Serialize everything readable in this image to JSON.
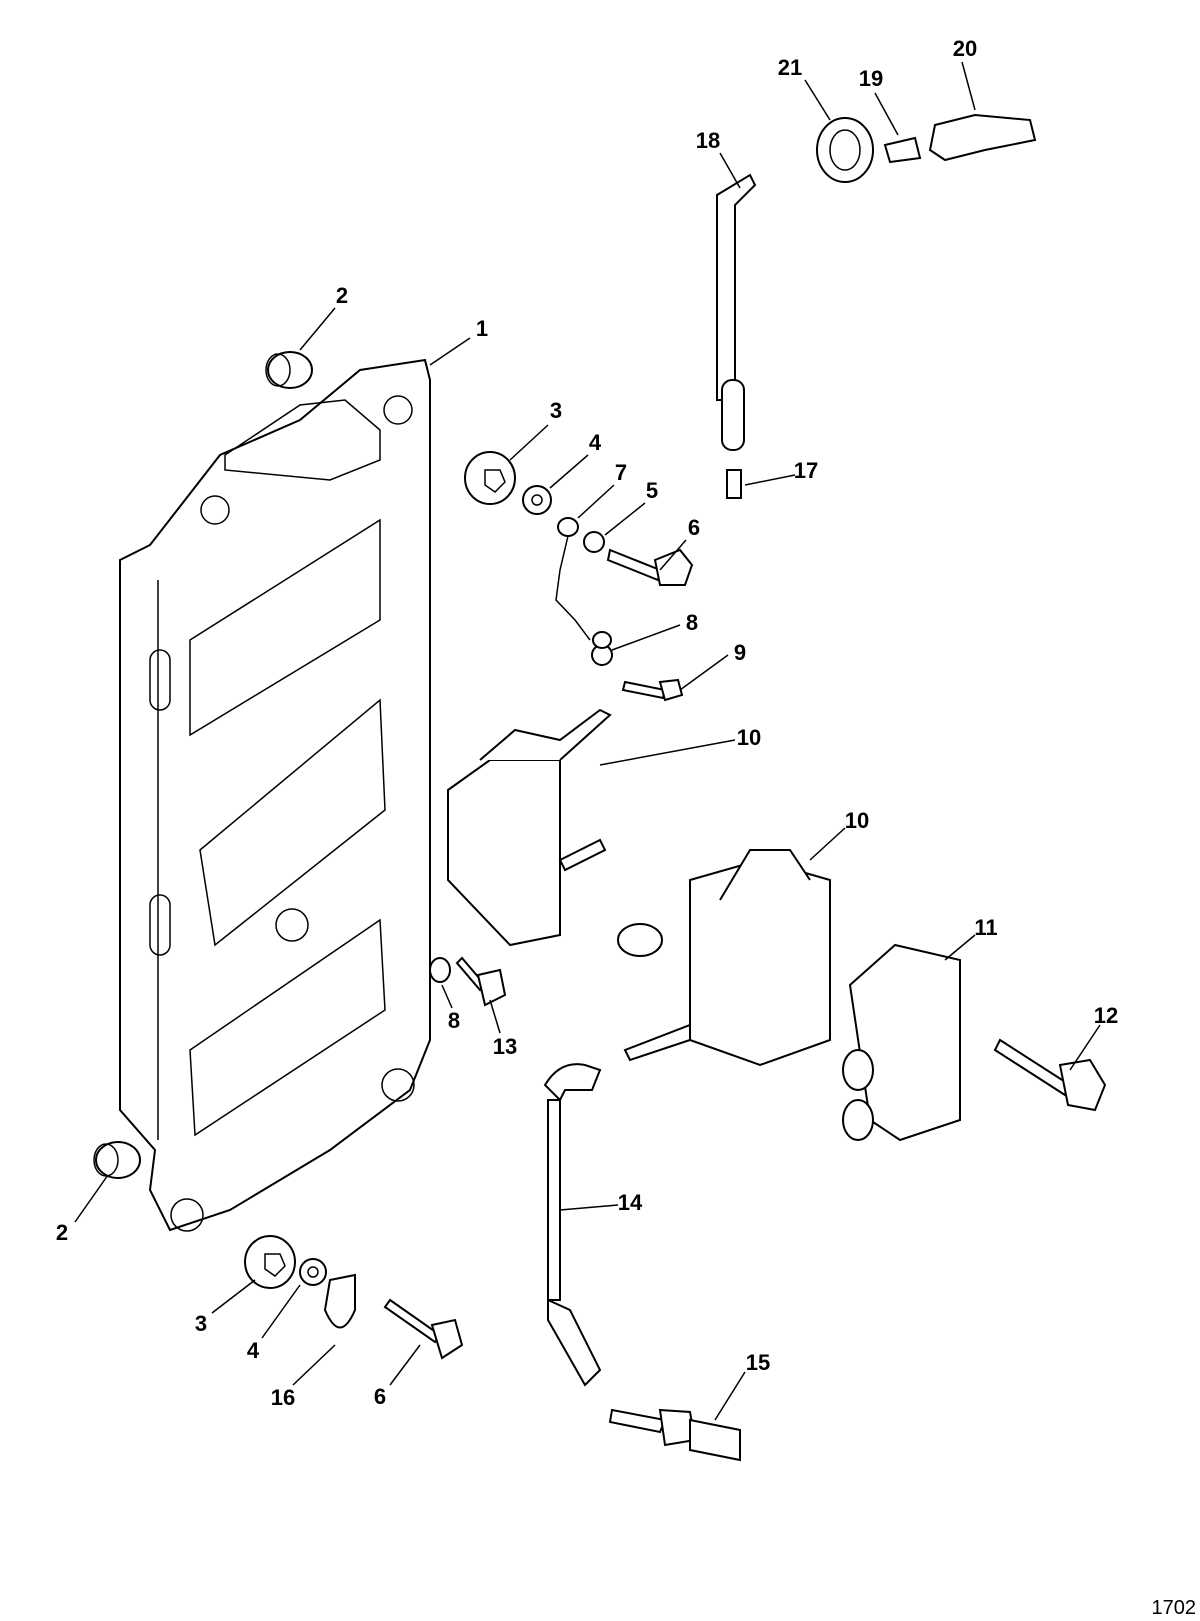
{
  "callouts": {
    "c1": "1",
    "c2a": "2",
    "c2b": "2",
    "c3a": "3",
    "c3b": "3",
    "c4a": "4",
    "c4b": "4",
    "c5": "5",
    "c6a": "6",
    "c6b": "6",
    "c7": "7",
    "c8a": "8",
    "c8b": "8",
    "c9": "9",
    "c10a": "10",
    "c10b": "10",
    "c11": "11",
    "c12": "12",
    "c13": "13",
    "c14": "14",
    "c15": "15",
    "c16": "16",
    "c17": "17",
    "c18": "18",
    "c19": "19",
    "c20": "20",
    "c21": "21"
  },
  "figure_id": "1702"
}
